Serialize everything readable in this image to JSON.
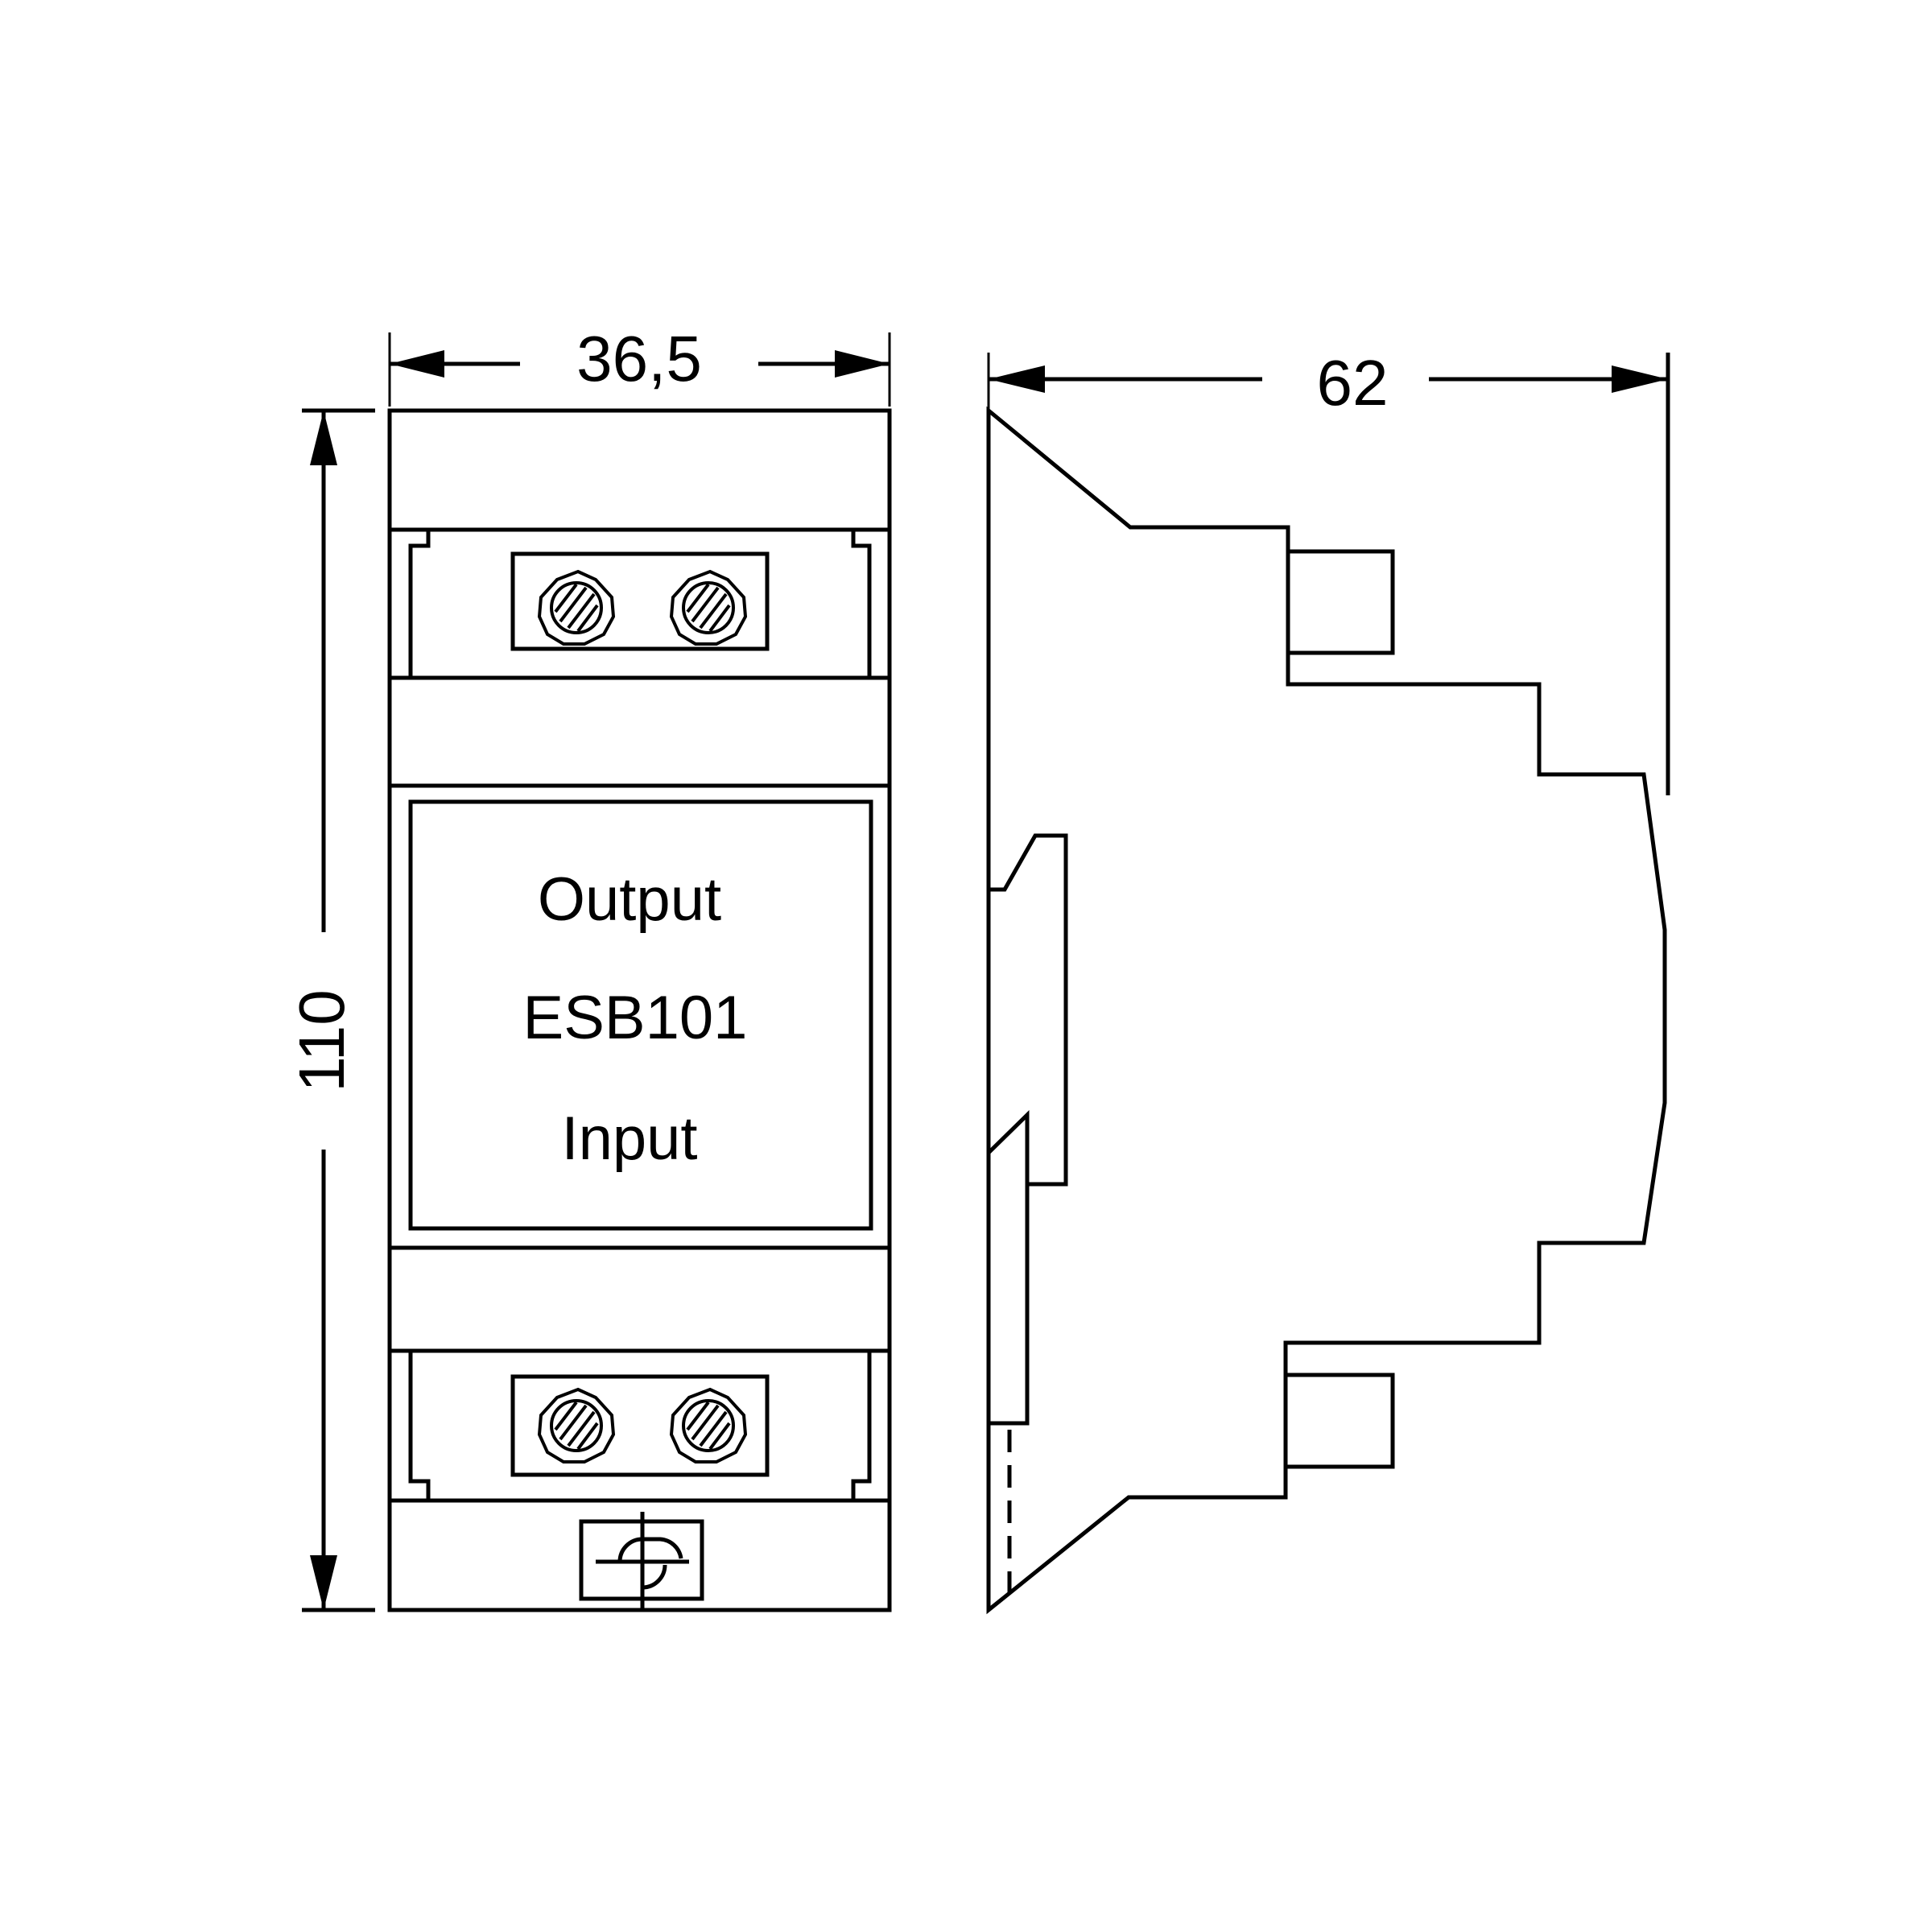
{
  "dimensions": {
    "width": "36,5",
    "depth": "62",
    "height": "110"
  },
  "front_label": {
    "top": "Output",
    "model": "ESB101",
    "bottom": "Input"
  },
  "colors": {
    "line": "#000000",
    "background": "#ffffff"
  }
}
